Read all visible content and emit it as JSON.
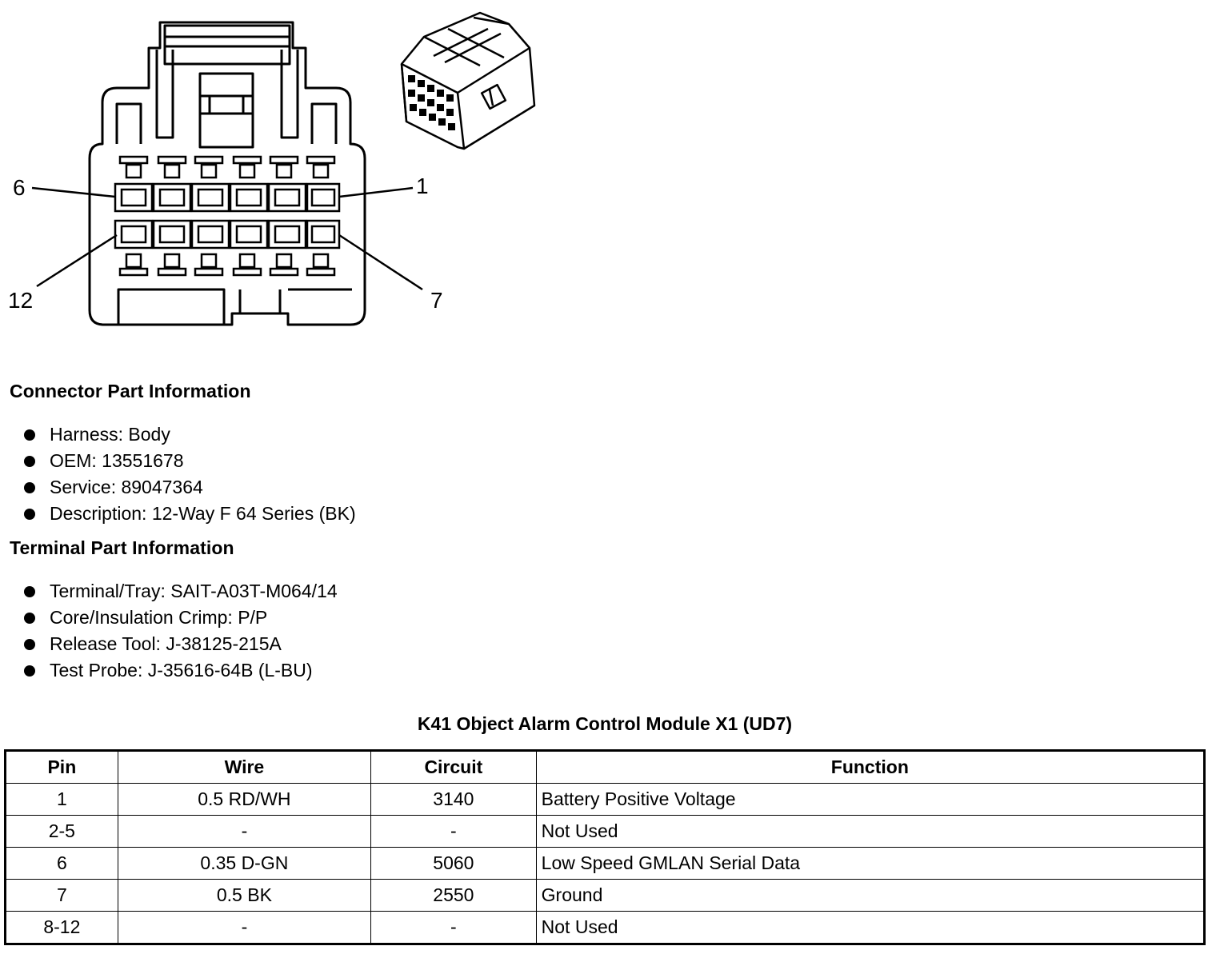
{
  "diagram": {
    "pin_labels": {
      "top_left": "6",
      "top_right": "1",
      "bottom_left": "12",
      "bottom_right": "7"
    }
  },
  "connector_info": {
    "heading": "Connector Part Information",
    "items": [
      "Harness: Body",
      "OEM: 13551678",
      "Service: 89047364",
      "Description: 12-Way F 64 Series (BK)"
    ]
  },
  "terminal_info": {
    "heading": "Terminal Part Information",
    "items": [
      "Terminal/Tray: SAIT-A03T-M064/14",
      "Core/Insulation Crimp: P/P",
      "Release Tool: J-38125-215A",
      "Test Probe: J-35616-64B (L-BU)"
    ]
  },
  "table": {
    "caption": "K41 Object Alarm Control Module X1 (UD7)",
    "headers": [
      "Pin",
      "Wire",
      "Circuit",
      "Function"
    ],
    "rows": [
      [
        "1",
        "0.5 RD/WH",
        "3140",
        "Battery Positive Voltage"
      ],
      [
        "2-5",
        "-",
        "-",
        "Not Used"
      ],
      [
        "6",
        "0.35 D-GN",
        "5060",
        "Low Speed GMLAN Serial Data"
      ],
      [
        "7",
        "0.5 BK",
        "2550",
        "Ground"
      ],
      [
        "8-12",
        "-",
        "-",
        "Not Used"
      ]
    ]
  }
}
